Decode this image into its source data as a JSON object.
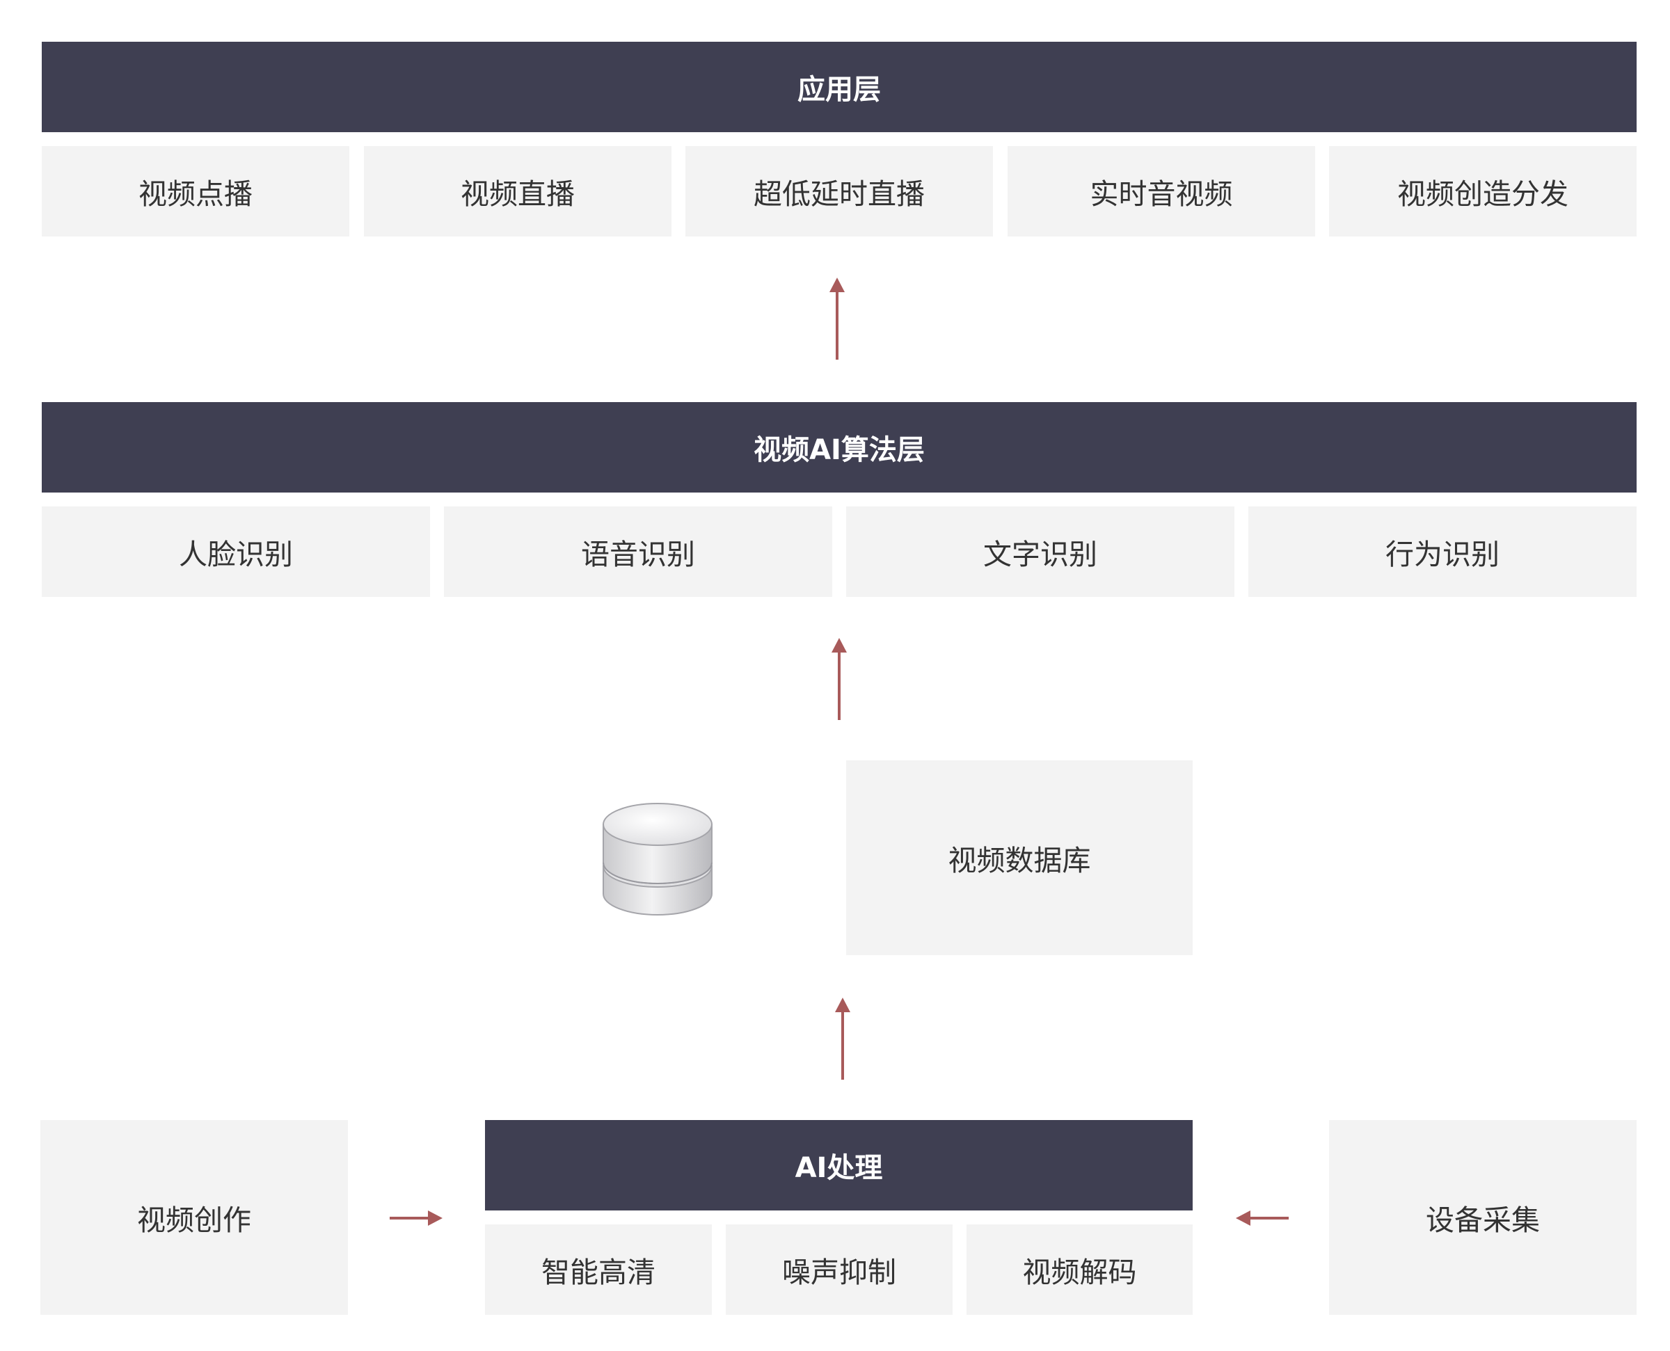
{
  "app_layer": {
    "title": "应用层",
    "items": [
      "视频点播",
      "视频直播",
      "超低延时直播",
      "实时音视频",
      "视频创造分发"
    ]
  },
  "algo_layer": {
    "title": "视频AI算法层",
    "items": [
      "人脸识别",
      "语音识别",
      "文字识别",
      "行为识别"
    ]
  },
  "database": {
    "label": "视频数据库",
    "icon": "database-icon"
  },
  "ai_processing": {
    "title": "AI处理",
    "items": [
      "智能高清",
      "噪声抑制",
      "视频解码"
    ]
  },
  "sources": {
    "left": "视频创作",
    "right": "设备采集"
  },
  "colors": {
    "header_bg": "#3f3f52",
    "cell_bg": "#f3f3f3",
    "arrow": "#a85a5a"
  }
}
